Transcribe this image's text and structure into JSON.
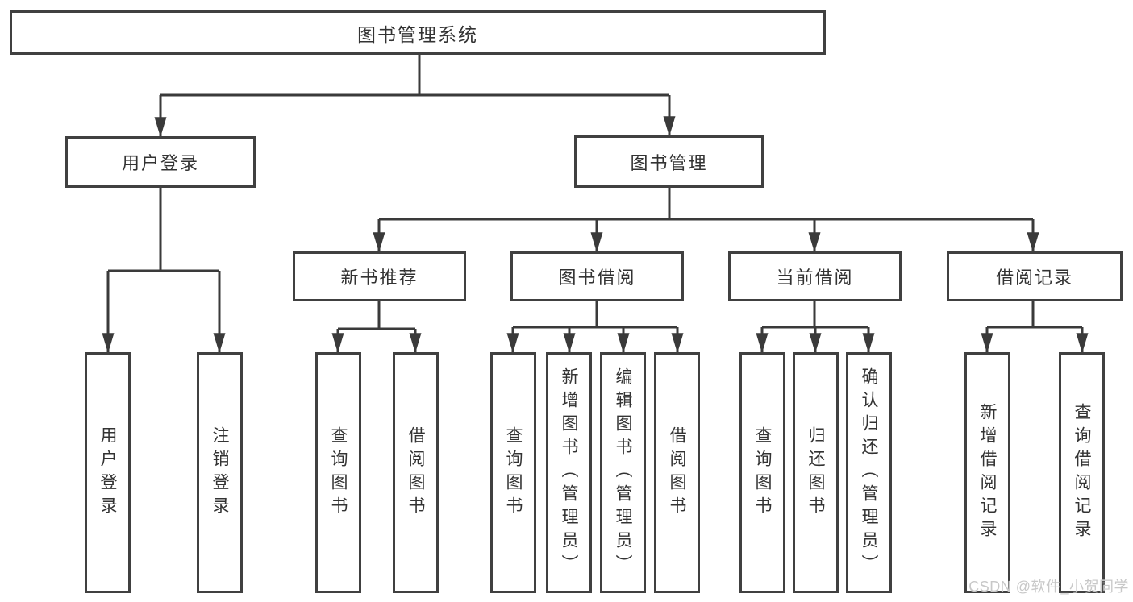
{
  "diagram": {
    "root": {
      "label": "图书管理系统"
    },
    "level2": [
      {
        "label": "用户登录"
      },
      {
        "label": "图书管理"
      }
    ],
    "level3": [
      {
        "label": "新书推荐"
      },
      {
        "label": "图书借阅"
      },
      {
        "label": "当前借阅"
      },
      {
        "label": "借阅记录"
      }
    ],
    "leaves": [
      {
        "label": "用户登录"
      },
      {
        "label": "注销登录"
      },
      {
        "label": "查询图书"
      },
      {
        "label": "借阅图书"
      },
      {
        "label": "查询图书"
      },
      {
        "label": "新增图书（管理员）"
      },
      {
        "label": "编辑图书（管理员）"
      },
      {
        "label": "借阅图书"
      },
      {
        "label": "查询图书"
      },
      {
        "label": "归还图书"
      },
      {
        "label": "确认归还（管理员）"
      },
      {
        "label": "新增借阅记录"
      },
      {
        "label": "查询借阅记录"
      }
    ],
    "colors": {
      "line": "#3a3a3a",
      "border": "#404040",
      "text": "#333333",
      "watermark": "#c8c8c8"
    }
  },
  "watermark": {
    "text": "CSDN @软件_小贺同学"
  }
}
